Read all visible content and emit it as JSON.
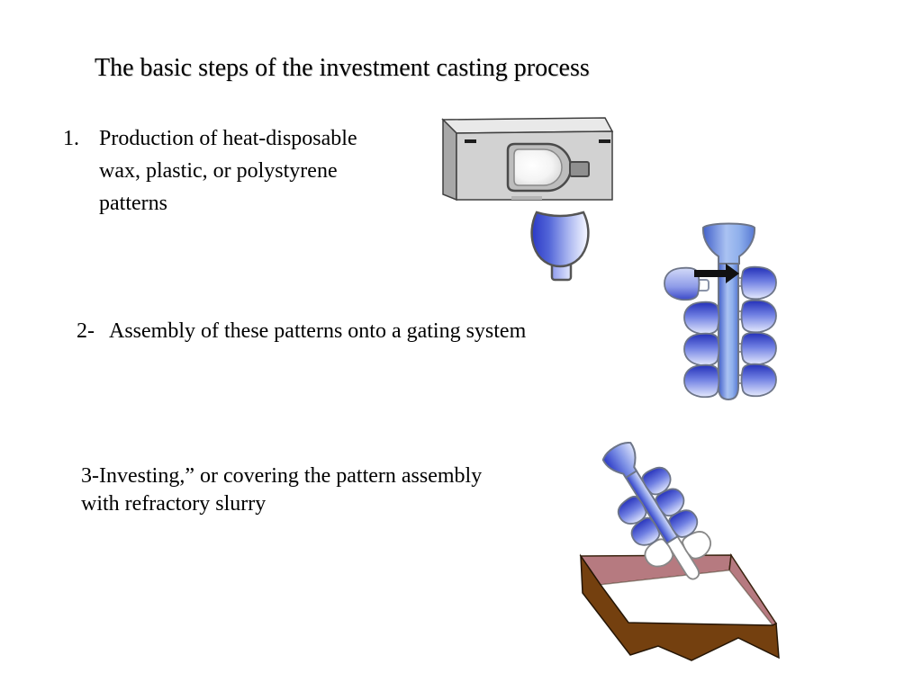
{
  "slide": {
    "title": "The basic steps of the investment casting process",
    "steps": [
      {
        "marker": "1.",
        "lines": [
          "Production of heat-disposable",
          "wax, plastic, or polystyrene",
          "patterns"
        ]
      },
      {
        "marker": "2-",
        "text": "Assembly of these patterns onto a gating system"
      },
      {
        "marker": "3-",
        "lines": [
          "3-Investing,” or covering the pattern assembly",
          "with refractory slurry"
        ]
      }
    ],
    "illustrations": {
      "die": "wax-pattern-die-with-molded-pattern",
      "gating": "patterns-assembled-onto-gating-system",
      "investing": "pattern-assembly-dipped-in-refractory-slurry-tank"
    },
    "colors": {
      "text": "#000000",
      "pattern_blue_dark": "#2836c2",
      "pattern_blue_mid": "#6c7ce0",
      "pattern_blue_pale": "#e2e7fc",
      "sprue_blue": "#4160ca",
      "die_gray_front": "#d2d2d2",
      "die_gray_top": "#e9e9e9",
      "die_gray_side": "#a8a8a8",
      "die_outline": "#3f3f3f",
      "cavity_gray": "#bdbdbd",
      "stub_gray": "#8f8f8f",
      "wax_white": "#ffffff",
      "tank_brown": "#74400f",
      "tank_rim_mauve": "#b67a80",
      "slurry_white": "#ffffff",
      "arrow_black": "#111111",
      "outline_gray": "#6d7588"
    }
  }
}
